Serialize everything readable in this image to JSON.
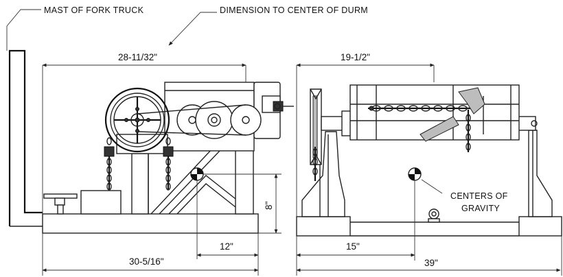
{
  "labels": {
    "mast": "MAST OF FORK TRUCK",
    "dimension_center": "DIMENSION TO CENTER OF DURM",
    "centers_line1": "CENTERS OF",
    "centers_line2": "GRAVITY"
  },
  "dimensions": {
    "top_left": "28-11/32\"",
    "bottom_left": "30-5/16\"",
    "cg_offset": "12\"",
    "cg_height": "8\"",
    "top_right": "19-1/2\"",
    "bottom_right_cg": "15\"",
    "bottom_right": "39\""
  },
  "colors": {
    "ink": "#222222",
    "paper": "#ffffff"
  }
}
